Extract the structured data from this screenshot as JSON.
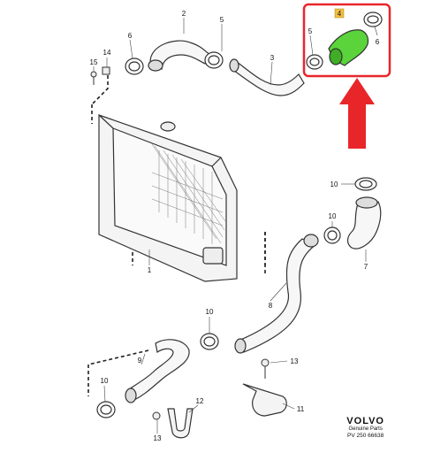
{
  "diagram": {
    "callouts": {
      "c1": "1",
      "c2": "2",
      "c3": "3",
      "c4": "4",
      "c5a": "5",
      "c5b": "5",
      "c6a": "6",
      "c6b": "6",
      "c7": "7",
      "c8": "8",
      "c9": "9",
      "c10a": "10",
      "c10b": "10",
      "c10c": "10",
      "c10d": "10",
      "c11": "11",
      "c12": "12",
      "c13a": "13",
      "c13b": "13",
      "c14": "14",
      "c15": "15"
    },
    "highlight_color": "#5ad43a",
    "box_color": "#e8262a",
    "arrow_color": "#e8262a",
    "label_box_color": "#f0c040"
  },
  "brand": {
    "logo": "VOLVO",
    "subtitle": "Genuine Parts",
    "code": "PV 250 66638"
  }
}
